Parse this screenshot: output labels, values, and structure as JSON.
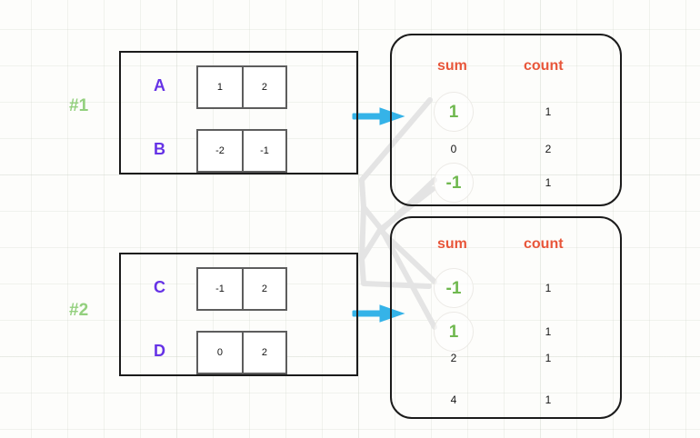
{
  "diagram": {
    "title": "map-reduce partial aggregation diagram",
    "colors": {
      "step_label": "#93d07e",
      "row_label": "#6633e6",
      "column_header": "#e8563a",
      "highlight_value": "#6fb84f",
      "arrow": "#35b3e8",
      "panel_border": "#1b1b1b",
      "cell_border": "#5d5d5d",
      "connector": "#e2e2e2",
      "background": "#fdfdfb"
    }
  },
  "steps": [
    {
      "label": "#1"
    },
    {
      "label": "#2"
    }
  ],
  "input_panels": [
    {
      "id": "panel-1",
      "rows": [
        {
          "label": "A",
          "cells": [
            "1",
            "2"
          ]
        },
        {
          "label": "B",
          "cells": [
            "-2",
            "-1"
          ]
        }
      ]
    },
    {
      "id": "panel-2",
      "rows": [
        {
          "label": "C",
          "cells": [
            "-1",
            "2"
          ]
        },
        {
          "label": "D",
          "cells": [
            "0",
            "2"
          ]
        }
      ]
    }
  ],
  "output_panels": [
    {
      "id": "out-1",
      "headers": {
        "sum": "sum",
        "count": "count"
      },
      "rows": [
        {
          "sum": "1",
          "count": "1",
          "highlighted": true
        },
        {
          "sum": "0",
          "count": "2",
          "highlighted": false
        },
        {
          "sum": "-1",
          "count": "1",
          "highlighted": true
        }
      ]
    },
    {
      "id": "out-2",
      "headers": {
        "sum": "sum",
        "count": "count"
      },
      "rows": [
        {
          "sum": "-1",
          "count": "1",
          "highlighted": true
        },
        {
          "sum": "1",
          "count": "1",
          "highlighted": true
        },
        {
          "sum": "2",
          "count": "1",
          "highlighted": false
        },
        {
          "sum": "4",
          "count": "1",
          "highlighted": false
        }
      ]
    }
  ],
  "arrows": [
    {
      "name": "arrow-panel-1-to-out-1"
    },
    {
      "name": "arrow-panel-2-to-out-2"
    }
  ]
}
